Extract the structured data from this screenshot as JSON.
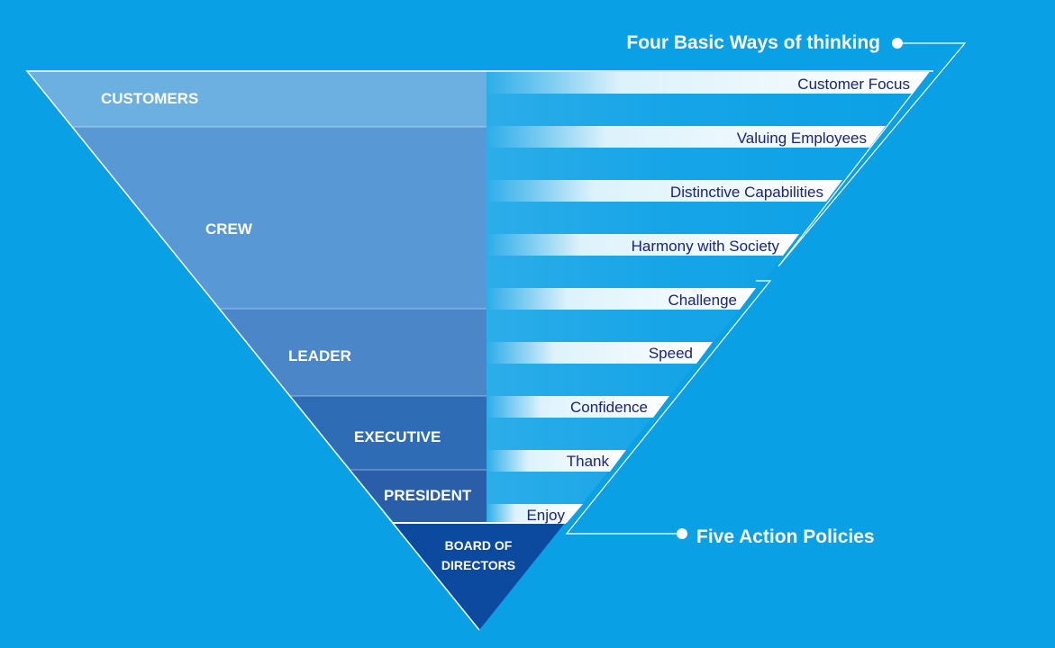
{
  "levels": [
    {
      "label": "CUSTOMERS"
    },
    {
      "label": "CREW"
    },
    {
      "label": "LEADER"
    },
    {
      "label": "EXECUTIVE"
    },
    {
      "label": "PRESIDENT"
    },
    {
      "label_lines": [
        "BOARD OF",
        "DIRECTORS"
      ]
    }
  ],
  "ways_of_thinking": {
    "title": "Four Basic Ways of thinking",
    "items": [
      "Customer Focus",
      "Valuing Employees",
      "Distinctive Capabilities",
      "Harmony with Society"
    ]
  },
  "action_policies": {
    "title": "Five Action Policies",
    "items": [
      "Challenge",
      "Speed",
      "Confidence",
      "Thank",
      "Enjoy"
    ]
  },
  "colors": {
    "background": "#0aa0e6",
    "customers": "#6cb0e2",
    "crew": "#5898d4",
    "leader": "#4a86c8",
    "executive": "#2f6cb6",
    "president": "#2a5ea8",
    "board": "#0c4aa0",
    "label_text": "#1a237e"
  }
}
